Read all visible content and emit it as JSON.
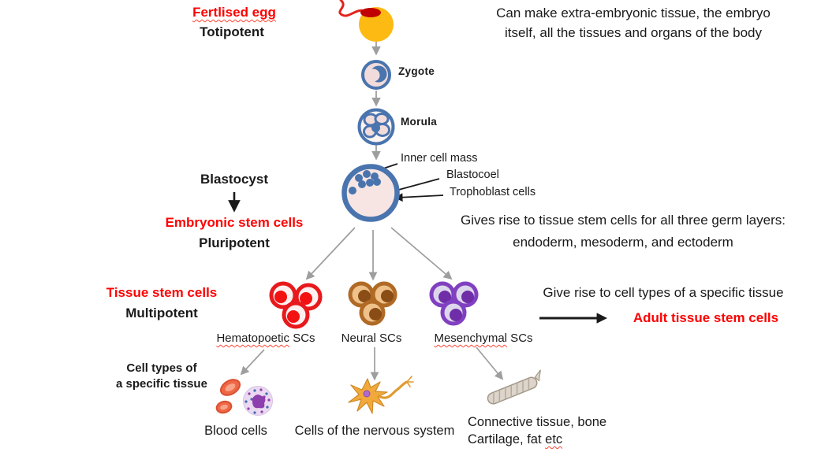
{
  "top": {
    "fertilised_egg": "Fertlised egg",
    "totipotent": "Totipotent",
    "note_line1": "Can make extra-embryonic tissue, the embryo",
    "note_line2": "itself, all the tissues and organs of the body"
  },
  "pathway": {
    "zygote": "Zygote",
    "morula": "Morula",
    "inner_cell_mass": "Inner cell mass",
    "blastocoel": "Blastocoel",
    "trophoblast_cells": "Trophoblast cells"
  },
  "embryonic": {
    "blastocyst": "Blastocyst",
    "embryonic_stem_cells": "Embryonic stem cells",
    "pluripotent": "Pluripotent",
    "note_line1": "Gives rise to tissue stem cells for all three germ layers:",
    "note_line2": "endoderm, mesoderm, and ectoderm"
  },
  "tissue": {
    "tissue_stem_cells": "Tissue stem cells",
    "multipotent": "Multipotent",
    "hematopoetic_word": "Hematopoetic",
    "hematopoetic_rest": " SCs",
    "neural": "Neural SCs",
    "mesenchymal_word": "Mesenchymal",
    "mesenchymal_rest": " SCs",
    "note": "Give rise to cell types of a specific tissue",
    "adult_tissue_stem_cells": "Adult tissue stem cells"
  },
  "cell_types": {
    "heading_line1": "Cell types of",
    "heading_line2": "a specific tissue",
    "blood_cells": "Blood cells",
    "nervous_system": "Cells of the nervous system",
    "connective_line1": "Connective tissue, bone",
    "connective_line2_pre": "Cartilage, fat ",
    "connective_etc": "etc"
  },
  "colors": {
    "red_text": "#ff0000",
    "black_text": "#1a1a1a",
    "arrow_gray": "#9e9e9e",
    "cell_blue": "#4a74ae",
    "cell_pink": "#f2dcdb",
    "egg_yellow": "#fcba12",
    "egg_nucleus_red": "#c00000",
    "hematopoetic_red": "#e8191c",
    "neural_brown": "#b06a25",
    "mesenchymal_purple": "#8040c0"
  }
}
